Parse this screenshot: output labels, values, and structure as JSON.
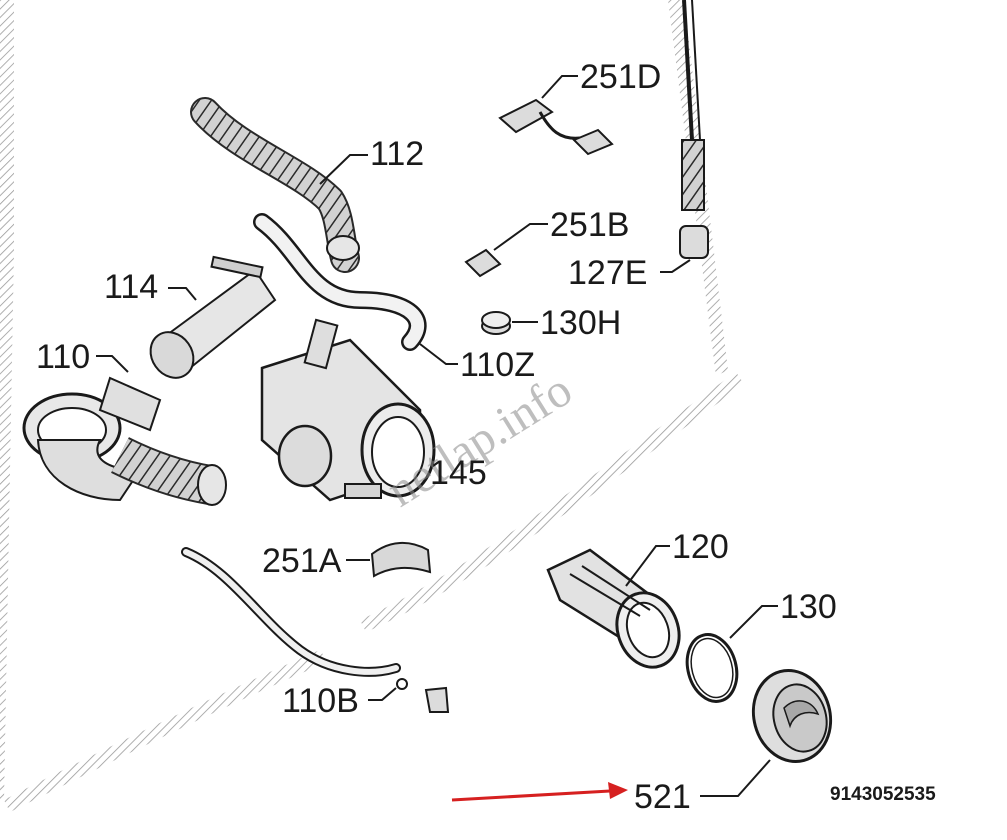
{
  "parts": {
    "p112": "112",
    "p251D": "251D",
    "p251B": "251B",
    "p127E": "127E",
    "p114": "114",
    "p130H": "130H",
    "p110": "110",
    "p110Z": "110Z",
    "p145": "145",
    "p251A": "251A",
    "p120": "120",
    "p130": "130",
    "p110B": "110B",
    "p521": "521"
  },
  "document_number": "9143052535",
  "watermark": "netlap.info",
  "colors": {
    "ink": "#1a1a1a",
    "part_fill": "#e6e6e6",
    "part_shade": "#b9b9b9",
    "arrow": "#d62020",
    "hatch": "#9a9a9a"
  }
}
